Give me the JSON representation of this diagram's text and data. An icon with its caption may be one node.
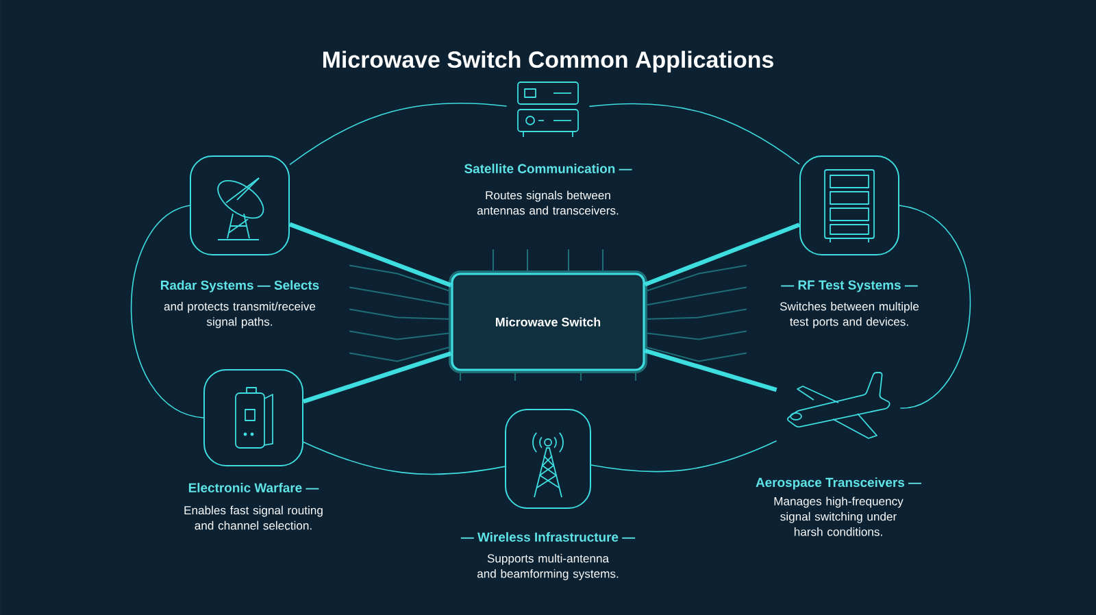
{
  "diagram": {
    "title": "Microwave Switch Common Applications",
    "nodes": [
      {
        "text": [
          "Satellite Communication —",
          "Routes signals between antennas and transceivers."
        ]
      },
      {
        "text": [
          "Radar Systems — Selects",
          "and protects transmit/receive signal paths."
        ]
      },
      {
        "text": [
          "— RF Test Systems —",
          "Switches between multiple test ports and devices."
        ]
      },
      {
        "text": [
          "Microwave Switch"
        ]
      },
      {
        "text": [
          "Electronic Warfare —",
          "Enables fast signal routing and channel selection."
        ]
      },
      {
        "text": [
          "— Wireless Infrastructure —",
          "Supports multi-antenna and beamforming systems."
        ]
      },
      {
        "text": [
          "Aerospace Transceivers —",
          "Manages high-frequency signal switching under harsh conditions."
        ]
      }
    ],
    "edges": [
      {
        "from": 1,
        "to": 0,
        "arrow": "none"
      },
      {
        "from": 0,
        "to": 2,
        "arrow": "none"
      },
      {
        "from": 2,
        "to": 6,
        "arrow": "none"
      },
      {
        "from": 6,
        "to": 5,
        "arrow": "none"
      },
      {
        "from": 5,
        "to": 4,
        "arrow": "none"
      },
      {
        "from": 4,
        "to": 1,
        "arrow": "none"
      },
      {
        "from": 3,
        "to": 1,
        "arrow": "none",
        "style": "thick"
      },
      {
        "from": 3,
        "to": 2,
        "arrow": "none",
        "style": "thick"
      },
      {
        "from": 3,
        "to": 4,
        "arrow": "none",
        "style": "thick"
      },
      {
        "from": 3,
        "to": 6,
        "arrow": "none",
        "style": "thick"
      }
    ]
  }
}
